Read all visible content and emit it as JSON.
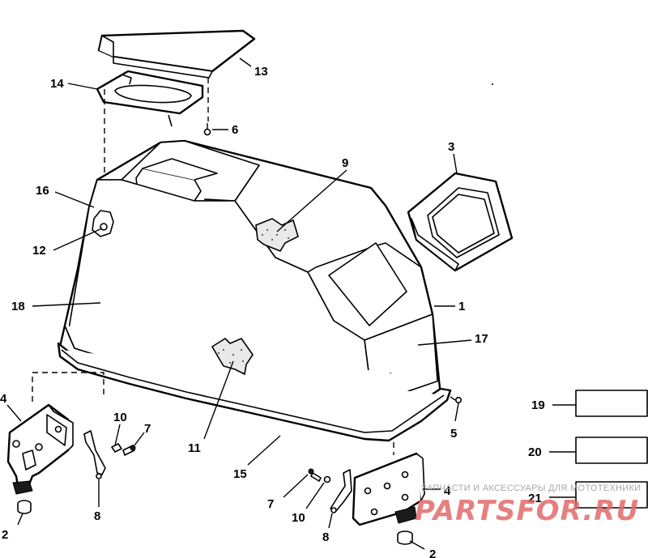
{
  "callouts": {
    "c1": "1",
    "c2a": "2",
    "c2b": "2",
    "c3": "3",
    "c4a": "4",
    "c4b": "4",
    "c5": "5",
    "c6": "6",
    "c7a": "7",
    "c7b": "7",
    "c8a": "8",
    "c8b": "8",
    "c9": "9",
    "c10a": "10",
    "c10b": "10",
    "c11": "11",
    "c12": "12",
    "c13": "13",
    "c14": "14",
    "c15": "15",
    "c16": "16",
    "c17": "17",
    "c18": "18",
    "c19": "19",
    "c20": "20",
    "c21": "21"
  },
  "watermark": {
    "caption": "ЗАПЧАСТИ И АКСЕССУАРЫ ДЛЯ МОТОТЕХНИКИ",
    "logo": "PARTSFOR.RU"
  }
}
